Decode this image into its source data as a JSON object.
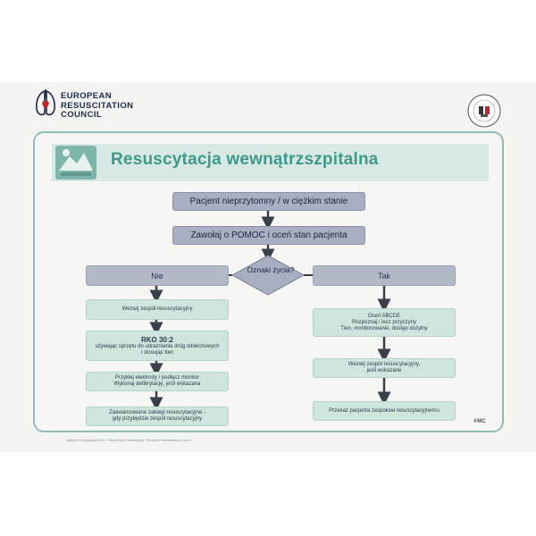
{
  "organization": {
    "lines": [
      "EUROPEAN",
      "RESUSCITATION",
      "COUNCIL"
    ]
  },
  "title": "Resuscytacja wewnątrzszpitalna",
  "flow": {
    "start": "Pacjent nieprzytomny / w ciężkim stanie",
    "call": "Zawołaj o POMOC i oceń stan pacjenta",
    "decision": "Oznaki życia?",
    "no_label": "Nie",
    "yes_label": "Tak",
    "no_steps": [
      {
        "lines": [
          "Wezwij zespół resuscytacyjny"
        ]
      },
      {
        "heading": "RKO 30:2",
        "lines": [
          "używając sprzętu do udrażniania dróg oddechowych",
          "i stosując tlen"
        ]
      },
      {
        "lines": [
          "Przyklej elektrody / podłącz monitor",
          "Wykonaj defibrylację, jeśli wskazana"
        ]
      },
      {
        "lines": [
          "Zaawansowane zabiegi resuscytacyjne -",
          "gdy przybędzie zespół resuscytacyjny"
        ]
      }
    ],
    "yes_steps": [
      {
        "lines": [
          "Oceń ABCDE",
          "Rozpoznaj i lecz przyczyny",
          "Tlen, monitorowanie, dostęp dożylny"
        ]
      },
      {
        "lines": [
          "Wezwij zespół resuscytacyjny,",
          "jeśli wskazane"
        ]
      },
      {
        "lines": [
          "Przekaż pacjenta zespołowi resuscytacyjnemu"
        ]
      }
    ]
  },
  "footer": "Wytyczne resuscytacji 2015 · Polska Rada Resuscytacji · European Resuscitation Council",
  "corner_mark": "®MC",
  "colors": {
    "title": "#3d9a8a",
    "frame": "#8fbdb5",
    "dark_box": "#a9afc2",
    "light_box": "#cfe6de",
    "arrow": "#3a3f4a"
  }
}
